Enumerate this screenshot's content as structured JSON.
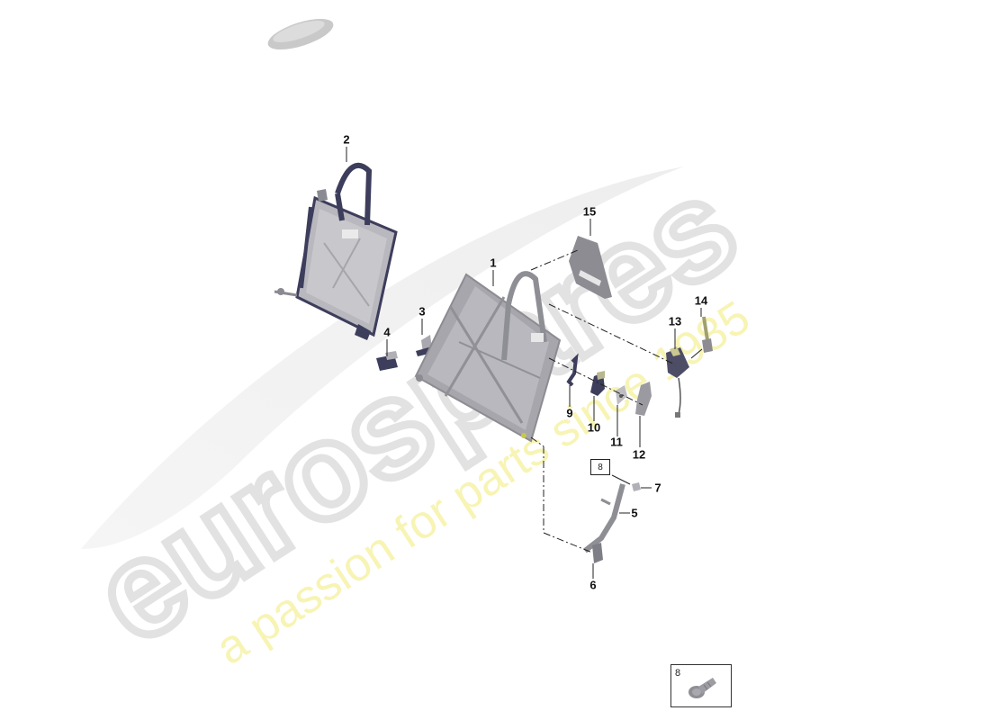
{
  "diagram": {
    "type": "exploded-parts-diagram",
    "subject": "seat backrest frame assembly",
    "thumbnail_icon": "car-silhouette-icon",
    "watermark": {
      "brand": "eurospares",
      "tagline": "a passion for parts since 1985",
      "brand_color": "#e6e6e6",
      "tagline_color": "#f7f5b0"
    },
    "callouts": [
      {
        "id": "1",
        "label": "1"
      },
      {
        "id": "2",
        "label": "2"
      },
      {
        "id": "3",
        "label": "3"
      },
      {
        "id": "4",
        "label": "4"
      },
      {
        "id": "5",
        "label": "5"
      },
      {
        "id": "6",
        "label": "6"
      },
      {
        "id": "7",
        "label": "7"
      },
      {
        "id": "8",
        "label": "8"
      },
      {
        "id": "9",
        "label": "9"
      },
      {
        "id": "10",
        "label": "10"
      },
      {
        "id": "11",
        "label": "11"
      },
      {
        "id": "12",
        "label": "12"
      },
      {
        "id": "13",
        "label": "13"
      },
      {
        "id": "14",
        "label": "14"
      },
      {
        "id": "15",
        "label": "15"
      }
    ],
    "boxed_reference": {
      "label": "8"
    },
    "legend": {
      "label": "8",
      "part_icon": "bolt-icon"
    },
    "colors": {
      "frame_gray": "#9a9aa0",
      "frame_dark": "#3d3d5c",
      "leader_line": "#222222"
    }
  }
}
